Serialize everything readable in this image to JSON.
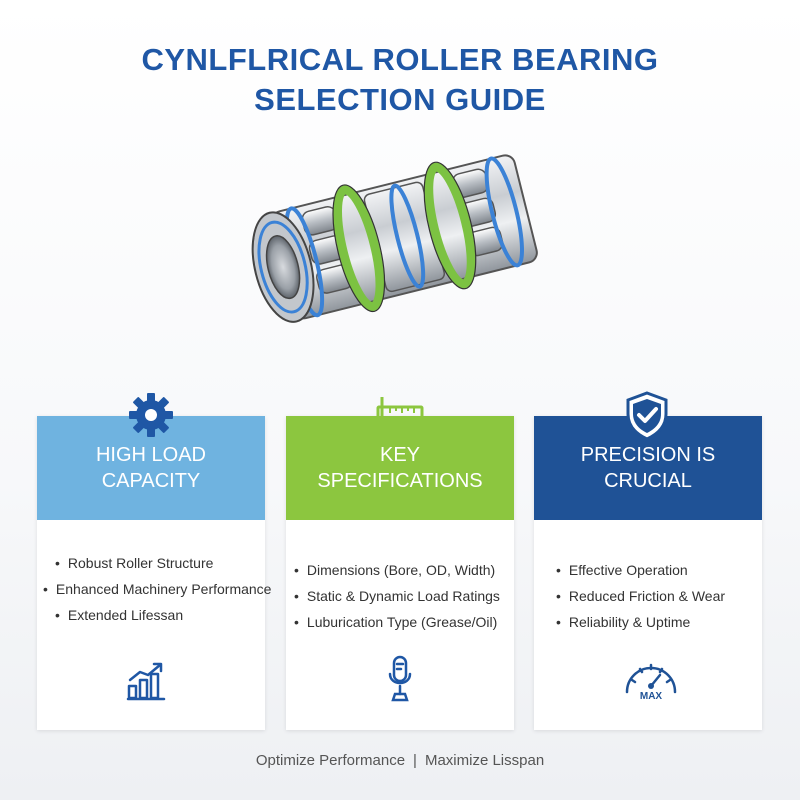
{
  "title": {
    "line1": "CYNLFLRICAL ROLLER BEARING",
    "line2": "SELECTION GUIDE"
  },
  "colors": {
    "title": "#1f57a5",
    "card1": "#6fb3e0",
    "card2": "#8cc63f",
    "card3": "#1f5296",
    "icon": "#1f57a5"
  },
  "cards": [
    {
      "icon": "gear-icon",
      "heading_line1": "HIGH LOAD",
      "heading_line2": "CAPACITY",
      "items": [
        "Robust Roller Structure",
        "Enhanced Machinery Performance",
        "Extended Lifessan"
      ],
      "bottom_icon": "growth-chart-icon"
    },
    {
      "icon": "ruler-icon",
      "heading_line1": "KEY",
      "heading_line2": "SPECIFICATIONS",
      "items": [
        "Dimensions (Bore, OD, Width)",
        "Static & Dynamic Load Ratings",
        "Luburication Type (Grease/Oil)"
      ],
      "bottom_icon": "oil-gauge-icon"
    },
    {
      "icon": "shield-check-icon",
      "heading_line1": "PRECISION IS",
      "heading_line2": "CRUCIAL",
      "items": [
        "Effective Operation",
        "Reduced Friction & Wear",
        "Reliability & Uptime"
      ],
      "bottom_icon": "speedometer-icon",
      "gauge_label": "MAX"
    }
  ],
  "footer": {
    "left": "Optimize Performance",
    "separator": "|",
    "right": "Maximize Lisspan"
  }
}
